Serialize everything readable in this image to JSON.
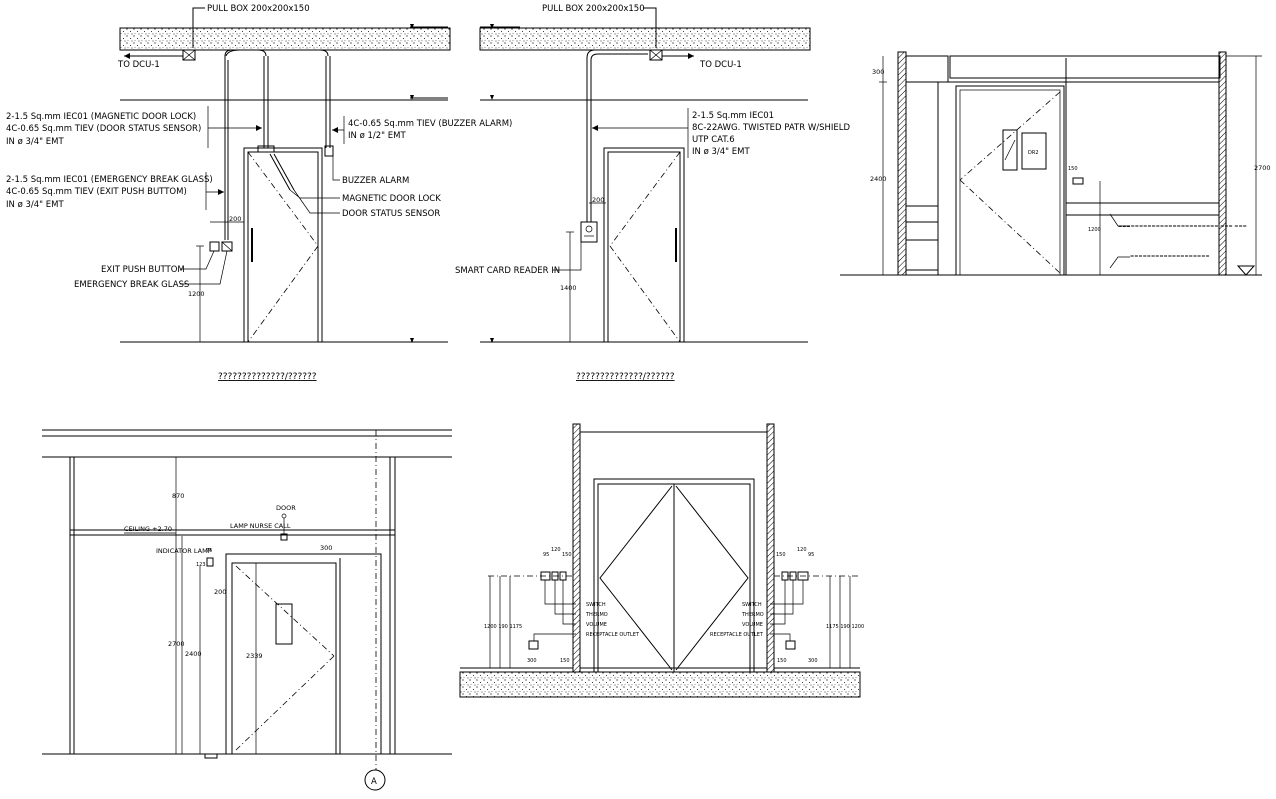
{
  "detail_a": {
    "pull_box": "PULL BOX 200x200x150",
    "to_dcu": "TO DCU-1",
    "cable1_l1": "2-1.5 Sq.mm IEC01 (MAGNETIC DOOR LOCK)",
    "cable1_l2": "4C-0.65 Sq.mm TIEV (DOOR STATUS SENSOR)",
    "cable1_l3": "IN ø 3/4\" EMT",
    "cable2_l1": "2-1.5 Sq.mm IEC01 (EMERGENCY BREAK GLASS)",
    "cable2_l2": "4C-0.65 Sq.mm TIEV (EXIT PUSH BUTTOM)",
    "cable2_l3": "IN ø 3/4\" EMT",
    "cable3_l1": "4C-0.65 Sq.mm TIEV (BUZZER ALARM)",
    "cable3_l2": "IN ø 1/2\" EMT",
    "buzzer": "BUZZER ALARM",
    "maglock": "MAGNETIC DOOR LOCK",
    "sensor": "DOOR STATUS SENSOR",
    "exit_btn": "EXIT PUSH BUTTOM",
    "break_glass": "EMERGENCY BREAK GLASS",
    "dim_200": "200",
    "dim_1200": "1200",
    "title": "??????????????/??????"
  },
  "detail_b": {
    "pull_box": "PULL BOX 200x200x150",
    "to_dcu": "TO DCU-1",
    "cable_l1": "2-1.5 Sq.mm IEC01",
    "cable_l2": "8C-22AWG. TWISTED PATR W/SHIELD",
    "cable_l3": "UTP CAT.6",
    "cable_l4": "IN ø 3/4\" EMT",
    "reader": "SMART CARD READER IN",
    "dim_200": "200",
    "dim_1400": "1400",
    "title": "??????????????/??????"
  },
  "detail_c": {
    "dim_300": "300",
    "dim_2400": "2400",
    "dim_2700": "2700",
    "dim_150": "150",
    "dim_1200": "1200",
    "tag": "DR2",
    "note1": "======================== === ===",
    "note2": "==================="
  },
  "detail_d": {
    "dim_870": "870",
    "ceiling": "CEILING +2.70",
    "door": "DOOR",
    "lamp": "LAMP NURSE CALL",
    "indicator": "INDICATOR LAMP",
    "dim_75": "75",
    "dim_123": "123",
    "dim_300": "300",
    "dim_200": "200",
    "dim_2700": "2700",
    "dim_2400": "2400",
    "dim_2339": "2339",
    "grid": "A"
  },
  "detail_e": {
    "switch_l": "SWITCH",
    "thermo_l": "THERMO",
    "volume_l": "VOLUME",
    "outlet_l": "RECEPTACLE OUTLET",
    "switch_r": "SWITCH",
    "thermo_r": "THERMO",
    "volume_r": "VOLUME",
    "outlet_r": "RECEPTACLE OUTLET",
    "dim_95": "95",
    "dim_120": "120",
    "dim_150": "150",
    "dim_300": "300",
    "dims_l": "1200 190 1175",
    "dims_r": "1175 190 1200"
  }
}
